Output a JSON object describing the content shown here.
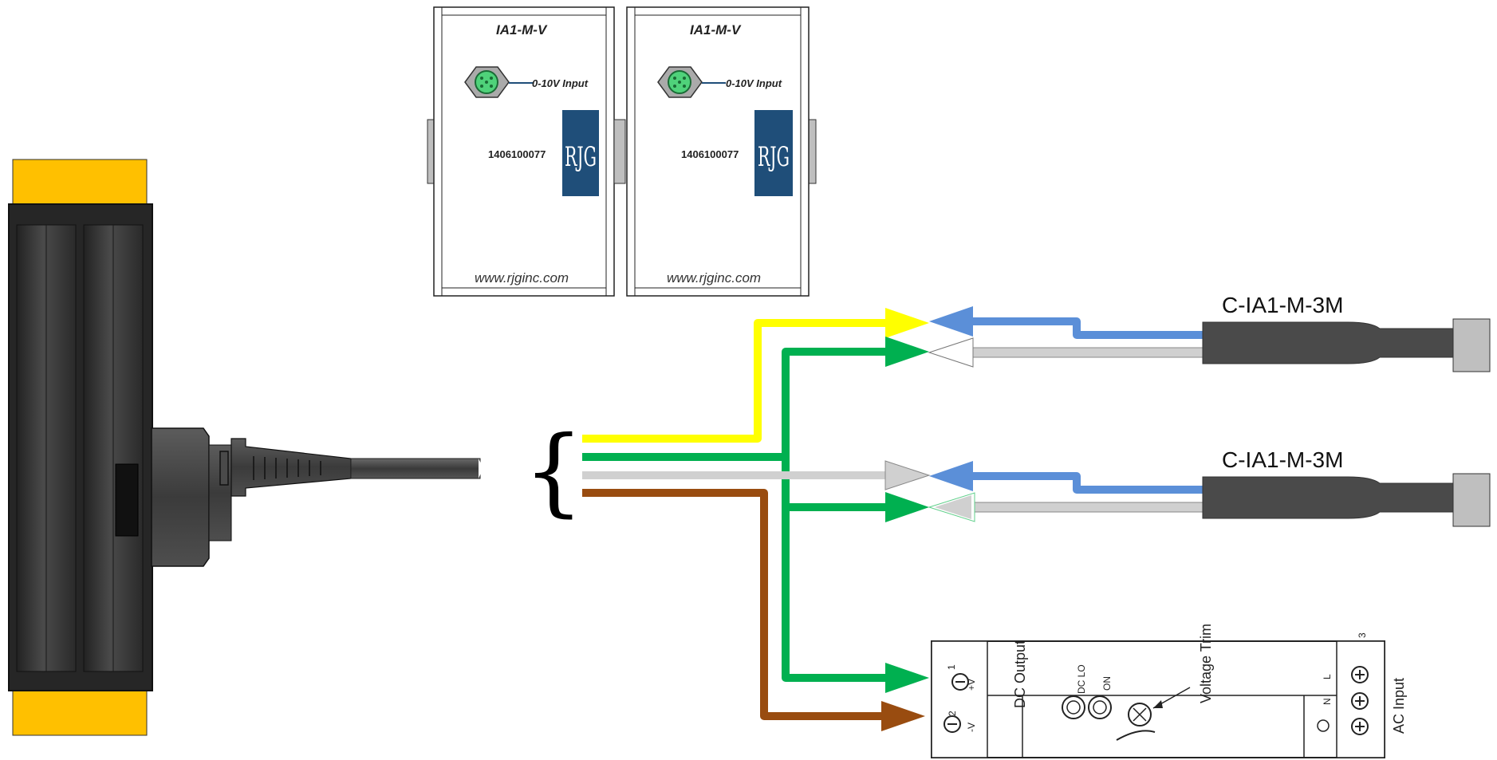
{
  "modules": [
    {
      "model": "IA1-M-V",
      "input_label": "0-10V Input",
      "serial": "1406100077",
      "url": "www.rjginc.com",
      "logo_text": "RJG"
    },
    {
      "model": "IA1-M-V",
      "input_label": "0-10V Input",
      "serial": "1406100077",
      "url": "www.rjginc.com",
      "logo_text": "RJG"
    }
  ],
  "cables": [
    {
      "label": "C-IA1-M-3M"
    },
    {
      "label": "C-IA1-M-3M"
    }
  ],
  "brace": "{",
  "power_supply": {
    "dc_output": "DC Output",
    "dc_lo": "DC LO",
    "on": "ON",
    "voltage_trim": "Voltage Trim",
    "ac_input": "AC Input",
    "term_1": "1",
    "term_2": "2",
    "term_3": "3",
    "minus_v": "-V",
    "plus_v": "+V",
    "n": "N",
    "l": "L"
  },
  "colors": {
    "yellow": "#ffff00",
    "green": "#00b050",
    "gray": "#d0d0d0",
    "brown": "#994c10",
    "blue": "#5b8fd8",
    "orange": "#ffc000",
    "logo": "#1f4e79"
  }
}
